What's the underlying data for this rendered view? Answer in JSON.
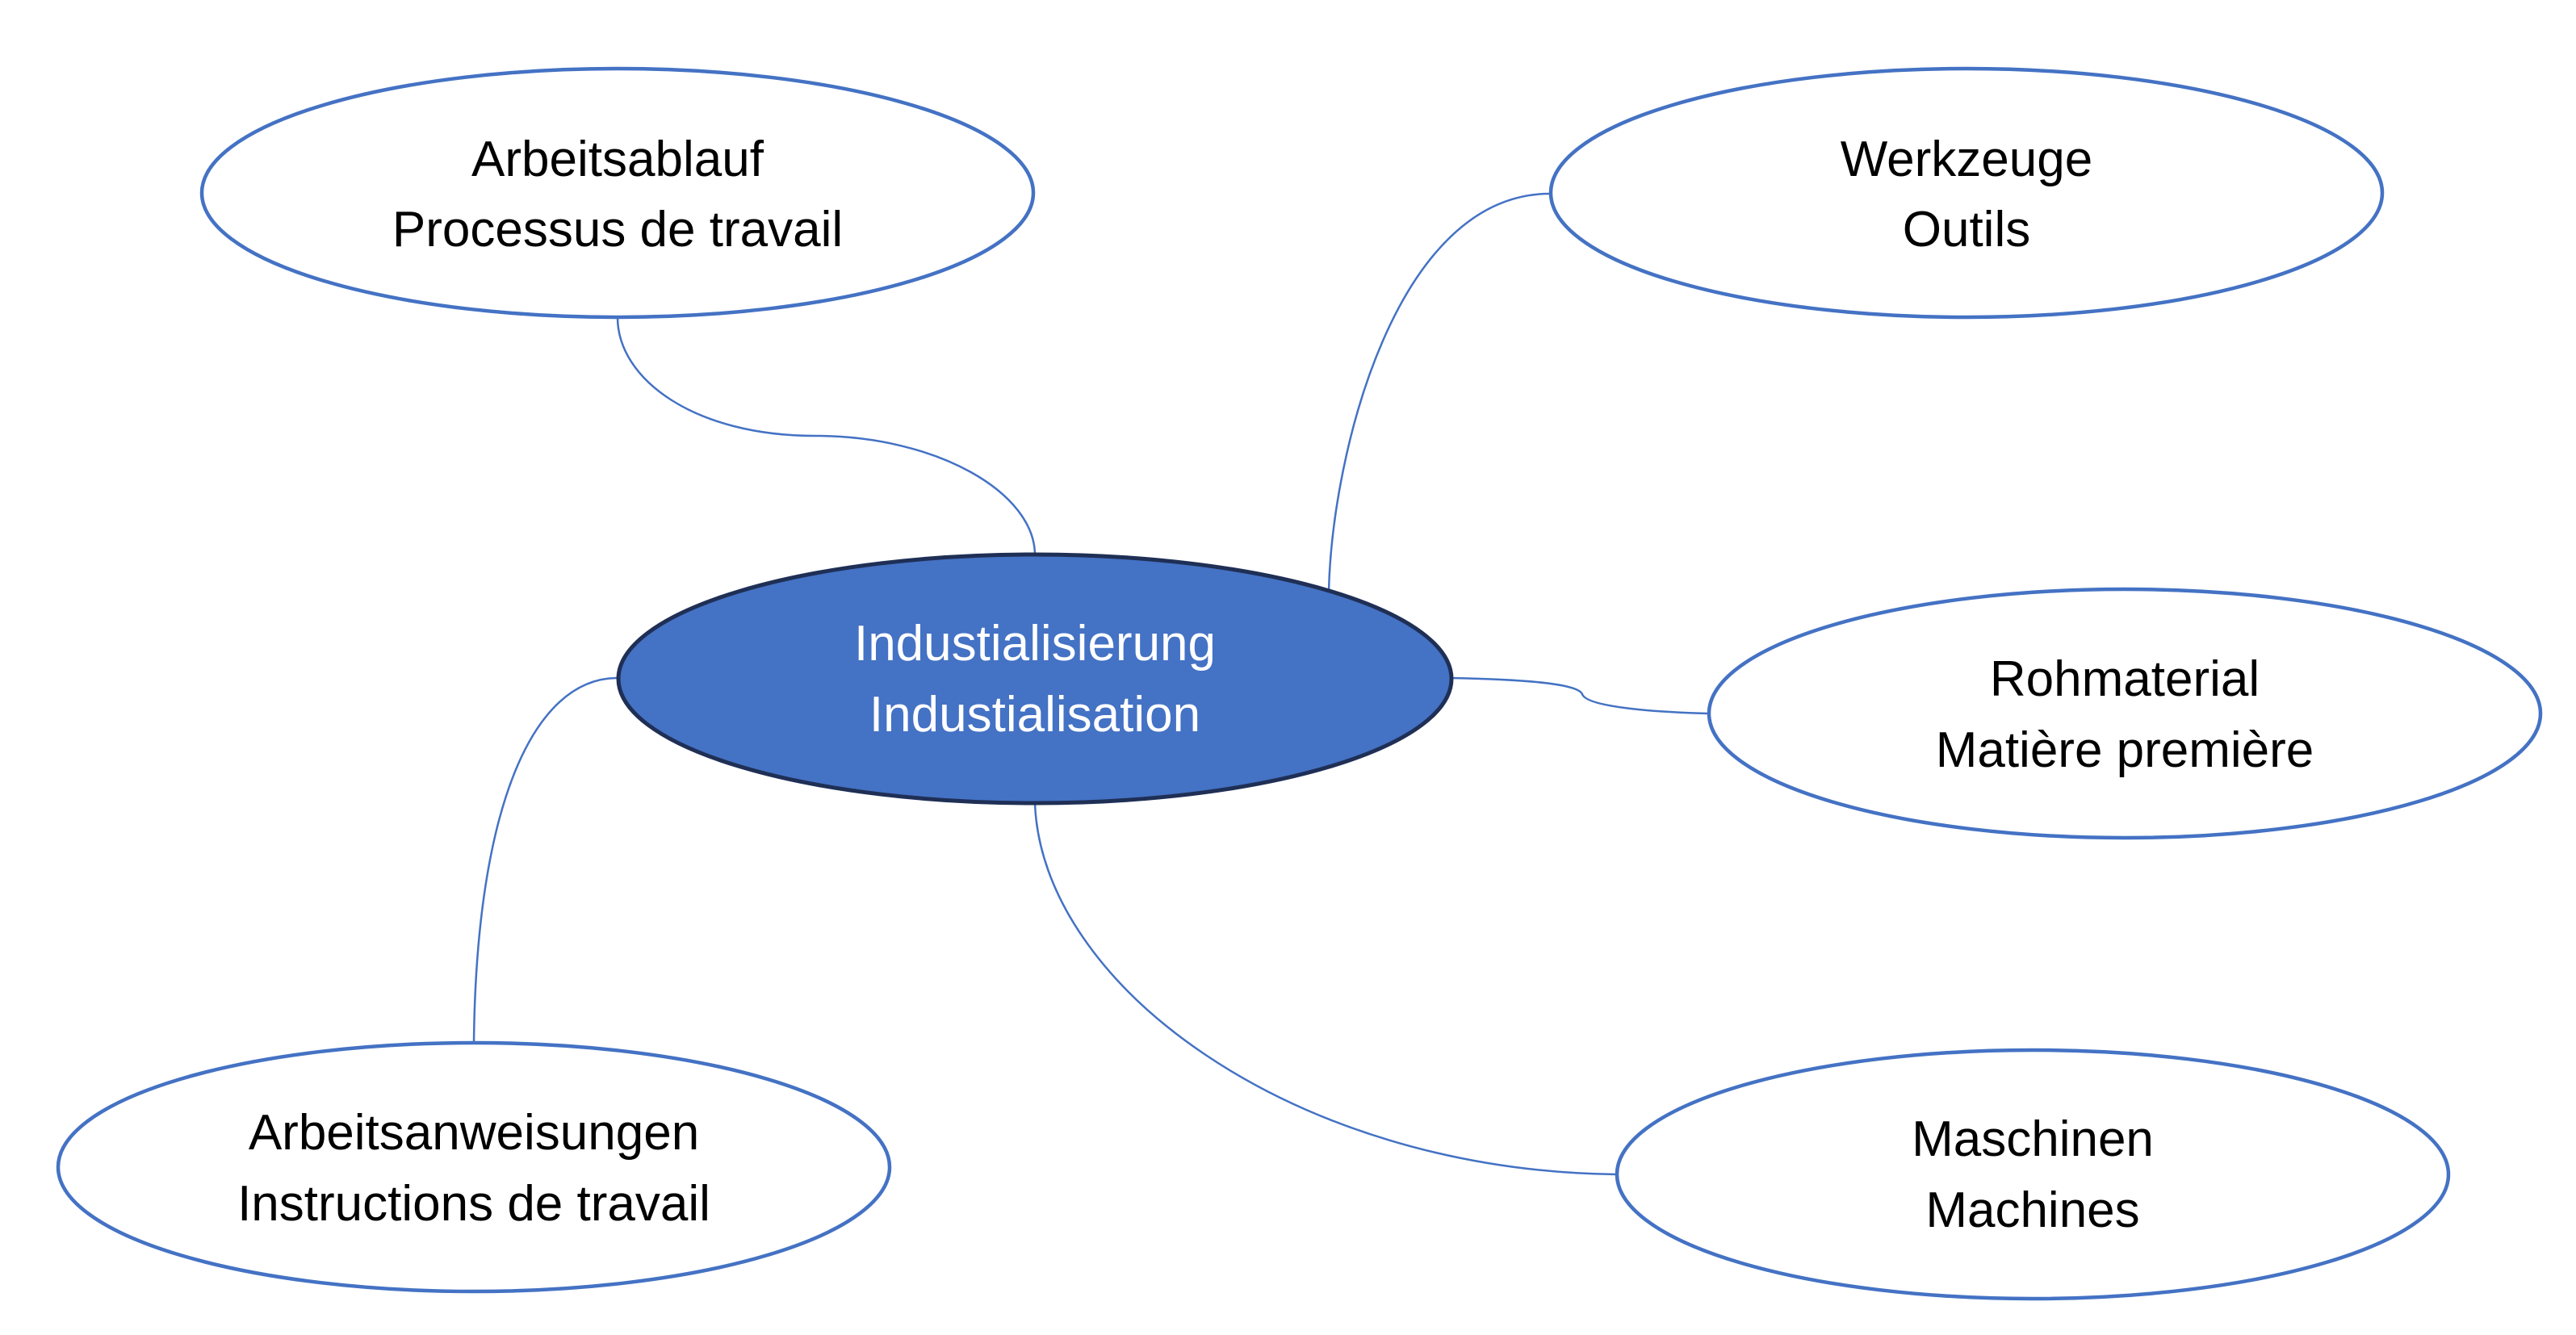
{
  "diagram": {
    "type": "mind-map",
    "colors": {
      "center_fill": "#4472C4",
      "center_stroke": "#1F2F55",
      "center_text": "#FFFFFF",
      "node_fill": "#FFFFFF",
      "node_stroke": "#4472C4",
      "node_text": "#000000",
      "connector": "#4472C4"
    },
    "center": {
      "id": "industialisierung",
      "line1": "Industialisierung",
      "line2": "Industialisation"
    },
    "nodes": [
      {
        "id": "arbeitsablauf",
        "line1": "Arbeitsablauf",
        "line2": "Processus de travail"
      },
      {
        "id": "werkzeuge",
        "line1": "Werkzeuge",
        "line2": "Outils"
      },
      {
        "id": "rohmaterial",
        "line1": "Rohmaterial",
        "line2": "Matière première"
      },
      {
        "id": "arbeitsanweisungen",
        "line1": "Arbeitsanweisungen",
        "line2": "Instructions de travail"
      },
      {
        "id": "maschinen",
        "line1": "Maschinen",
        "line2": "Machines"
      }
    ],
    "edges": [
      {
        "from": "industialisierung",
        "to": "arbeitsablauf"
      },
      {
        "from": "industialisierung",
        "to": "werkzeuge"
      },
      {
        "from": "industialisierung",
        "to": "rohmaterial"
      },
      {
        "from": "industialisierung",
        "to": "arbeitsanweisungen"
      },
      {
        "from": "industialisierung",
        "to": "maschinen"
      }
    ]
  }
}
